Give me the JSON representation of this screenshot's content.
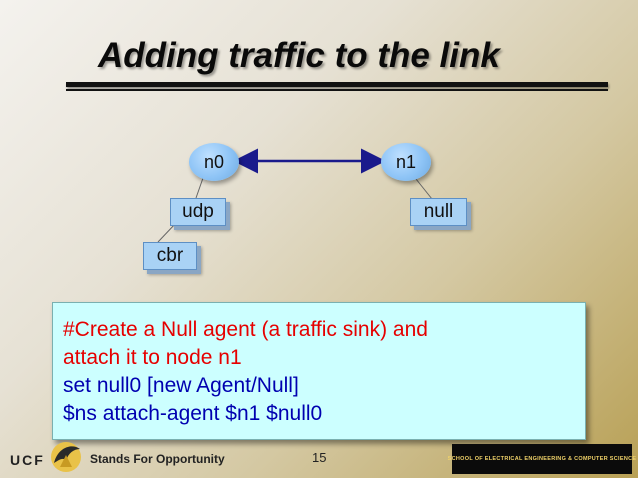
{
  "slide": {
    "title": "Adding traffic to the link",
    "page_number": "15"
  },
  "diagram": {
    "nodes": [
      {
        "id": "n0",
        "label": "n0"
      },
      {
        "id": "n1",
        "label": "n1"
      }
    ],
    "link": {
      "from": "n0",
      "to": "n1",
      "type": "duplex",
      "color": "#1a1a8c"
    },
    "agents": [
      {
        "label": "udp",
        "attached_to": "n0"
      },
      {
        "label": "cbr",
        "attached_to": "udp"
      },
      {
        "label": "null",
        "attached_to": "n1"
      }
    ]
  },
  "code": {
    "lines": [
      {
        "text": "#Create a Null agent (a traffic sink) and",
        "kind": "comment"
      },
      {
        "text": "attach it to node n1",
        "kind": "comment"
      },
      {
        "text": "set null0 [new Agent/Null]",
        "kind": "command"
      },
      {
        "text": "$ns attach-agent $n1 $null0",
        "kind": "command"
      }
    ],
    "comment_color": "#e60000",
    "command_color": "#0000b0",
    "background": "#ccffff"
  },
  "footer": {
    "ucf_text": "UCF",
    "tagline": "Stands For Opportunity",
    "school_banner": "SCHOOL OF ELECTRICAL ENGINEERING & COMPUTER SCIENCE",
    "ucf_color": "#f1d36a"
  }
}
